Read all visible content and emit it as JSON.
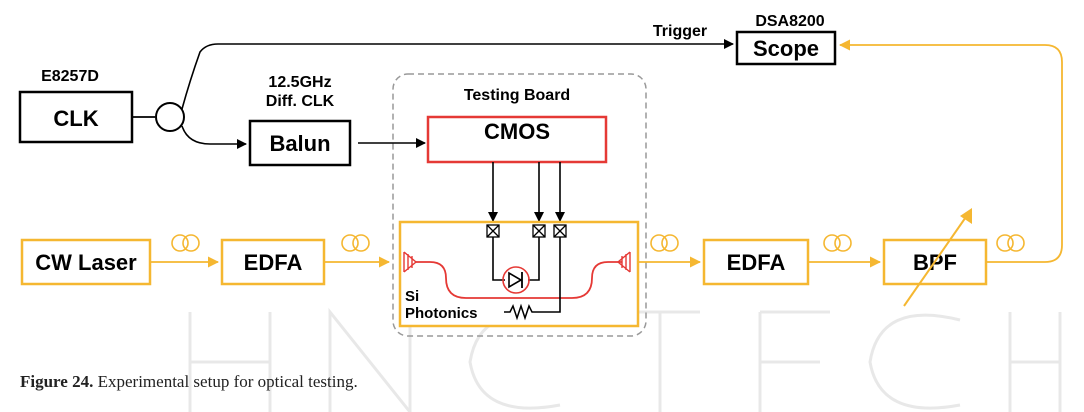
{
  "labels": {
    "clk_model": "E8257D",
    "clk": "CLK",
    "trigger": "Trigger",
    "scope_model": "DSA8200",
    "scope": "Scope",
    "balun_freq": "12.5GHz",
    "balun_diff": "Diff. CLK",
    "balun": "Balun",
    "testing_board": "Testing Board",
    "cmos": "CMOS",
    "cw_laser": "CW Laser",
    "edfa_1": "EDFA",
    "edfa_2": "EDFA",
    "bpf": "BPF",
    "si": "Si",
    "photonics": "Photonics"
  },
  "caption": {
    "figure_label": "Figure 24.",
    "text": "Experimental setup for optical testing."
  },
  "colors": {
    "electrical": "#000000",
    "optical": "#f5b731",
    "cmos_border": "#e53935",
    "waveguide": "#e53935",
    "board_dash": "#999999",
    "watermark": "#e8e8e8"
  }
}
